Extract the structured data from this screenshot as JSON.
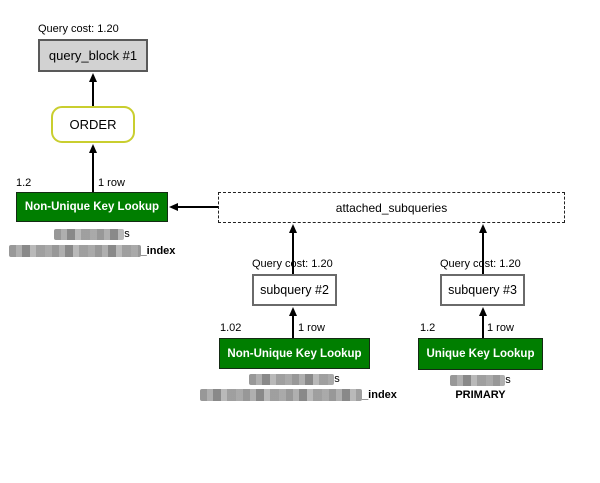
{
  "diagram": {
    "root": {
      "cost_label": "Query cost: 1.20",
      "label": "query_block #1"
    },
    "order_node": {
      "label": "ORDER"
    },
    "attached_subqueries_node": {
      "label": "attached_subqueries"
    },
    "subqueries": [
      {
        "cost_label": "Query cost: 1.20",
        "label": "subquery #2"
      },
      {
        "cost_label": "Query cost: 1.20",
        "label": "subquery #3"
      }
    ],
    "tables": [
      {
        "cost": "1.2",
        "rows": "1 row",
        "access_type": "Non-Unique Key Lookup",
        "table_name_visible": "s",
        "key_visible": "_index"
      },
      {
        "cost": "1.02",
        "rows": "1 row",
        "access_type": "Non-Unique Key Lookup",
        "table_name_visible": "s",
        "key_visible": "_index"
      },
      {
        "cost": "1.2",
        "rows": "1 row",
        "access_type": "Unique Key Lookup",
        "table_name_visible": "s",
        "key_visible": "PRIMARY"
      }
    ]
  },
  "colors": {
    "green_node": "#007e00",
    "order_border": "#c9ce2f",
    "query_block_fill": "#d2d2d2",
    "redaction_gray": "#9b9b9b"
  }
}
